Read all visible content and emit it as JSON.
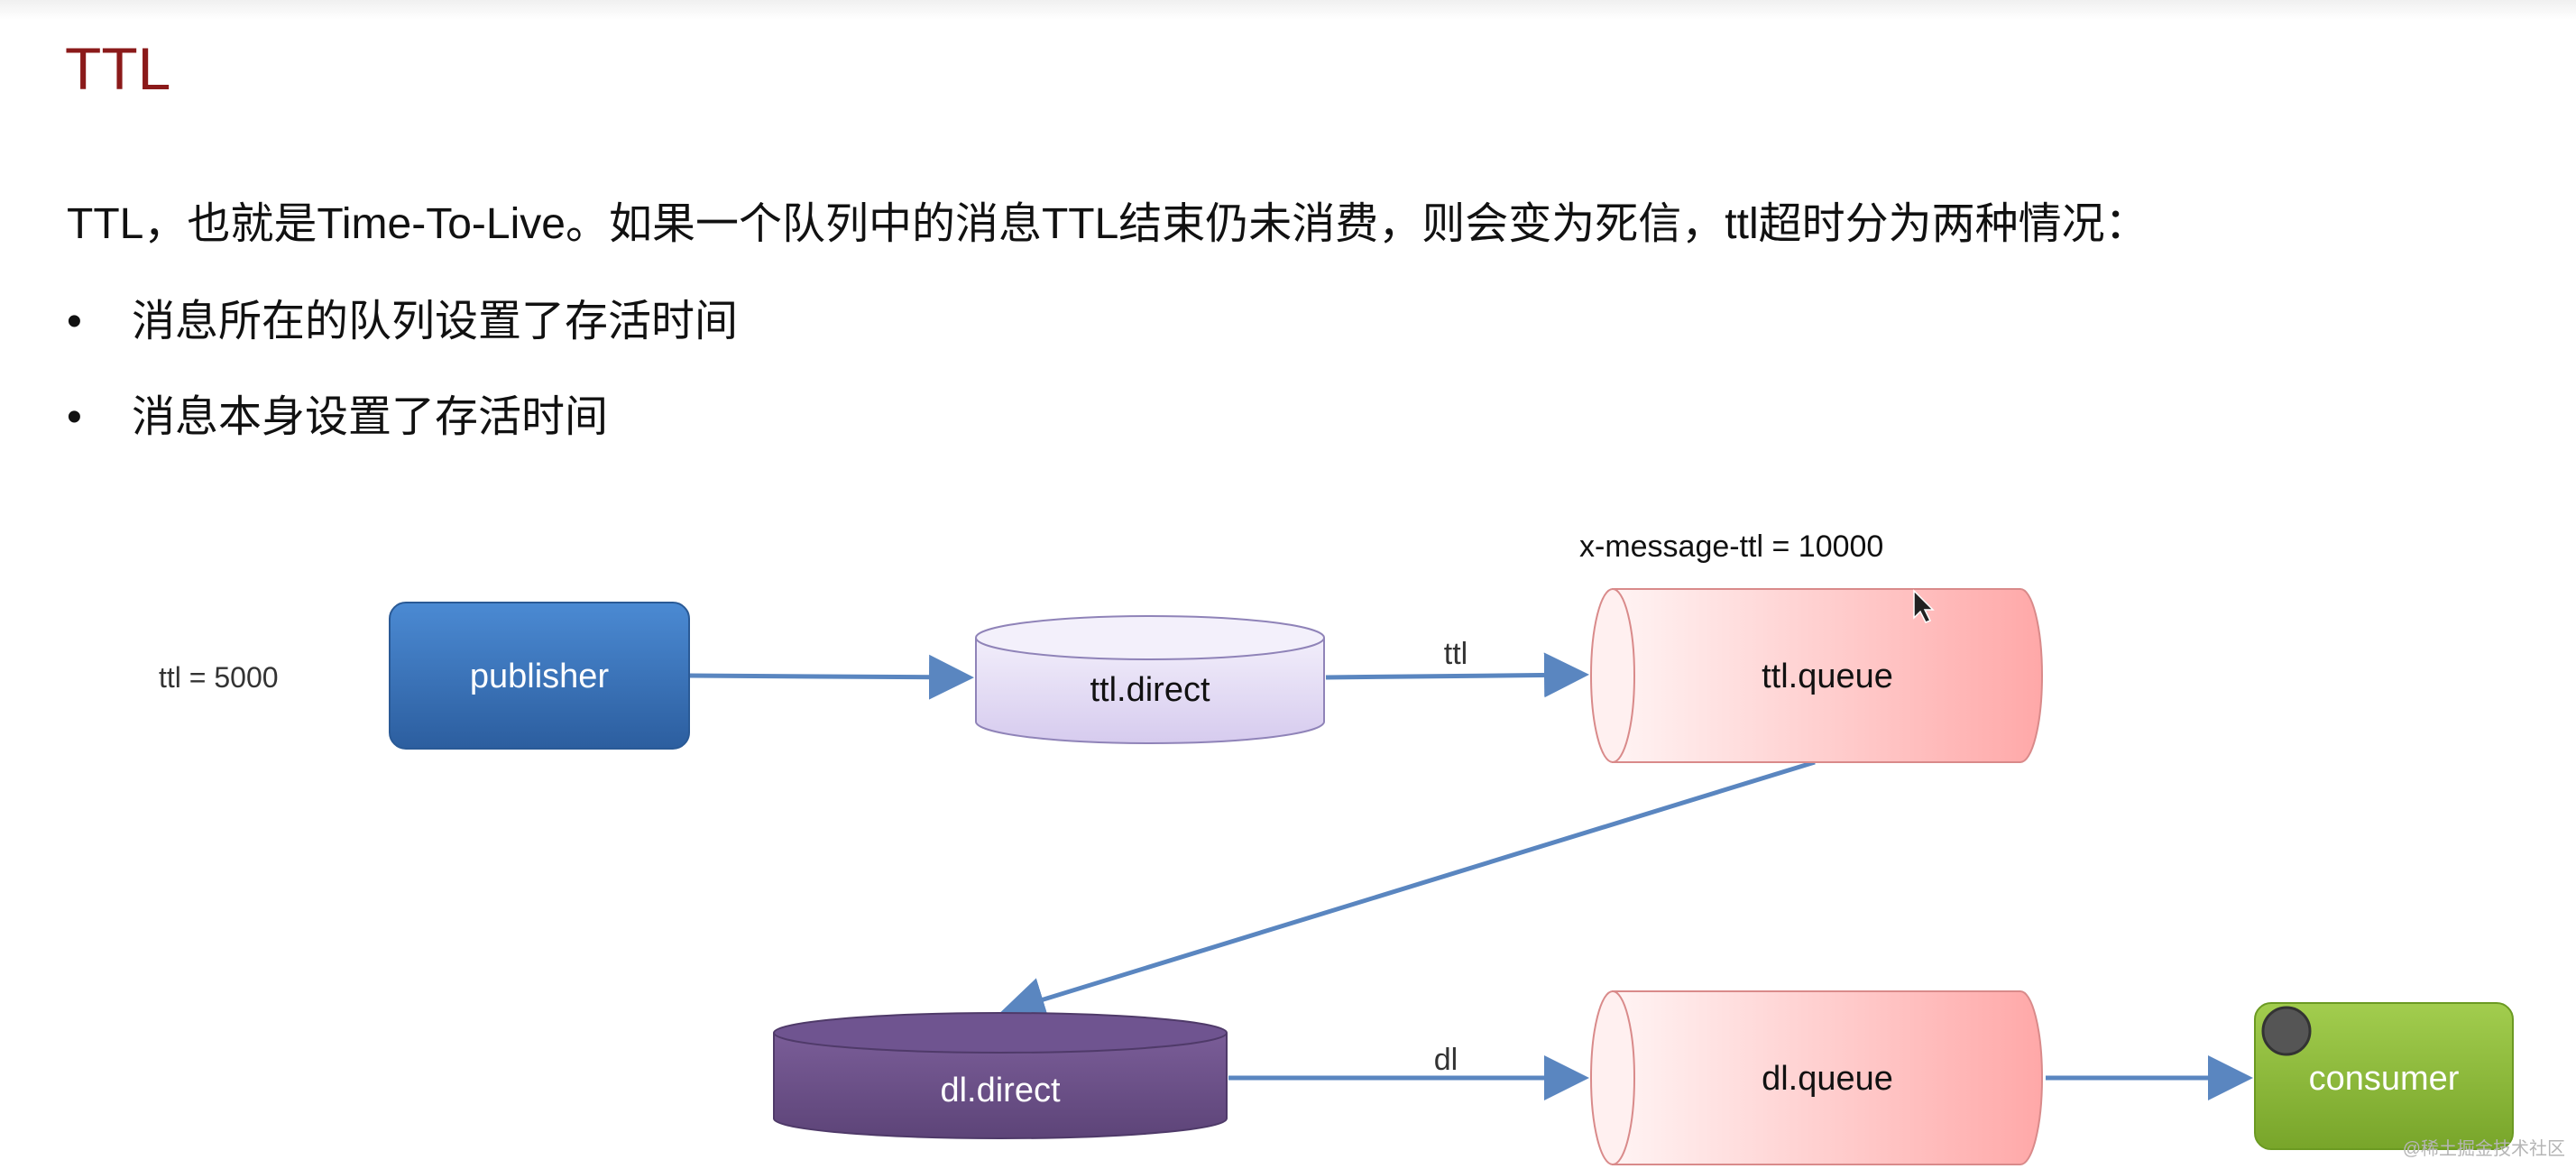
{
  "slide": {
    "title": "TTL",
    "intro": "TTL，也就是Time-To-Live。如果一个队列中的消息TTL结束仍未消费，则会变为死信，ttl超时分为两种情况：",
    "bullets": [
      "消息所在的队列设置了存活时间",
      "消息本身设置了存活时间"
    ],
    "bullet_symbol": "•"
  },
  "diagram": {
    "message_ttl_label": "ttl = 5000",
    "queue_ttl_label": "x-message-ttl = 10000",
    "publisher": "publisher",
    "ttl_exchange": "ttl.direct",
    "ttl_routing_key": "ttl",
    "ttl_queue": "ttl.queue",
    "dl_exchange": "dl.direct",
    "dl_routing_key": "dl",
    "dl_queue": "dl.queue",
    "consumer": "consumer"
  },
  "watermark": "@稀土掘金技术社区",
  "colors": {
    "title": "#8b1a1a",
    "publisher": "#3a76c2",
    "ttl_exchange": "#e3dcf4",
    "dl_exchange": "#6b5088",
    "queue": "#ffc6c6",
    "consumer": "#8fbd3a",
    "arrow": "#5a86c0"
  }
}
